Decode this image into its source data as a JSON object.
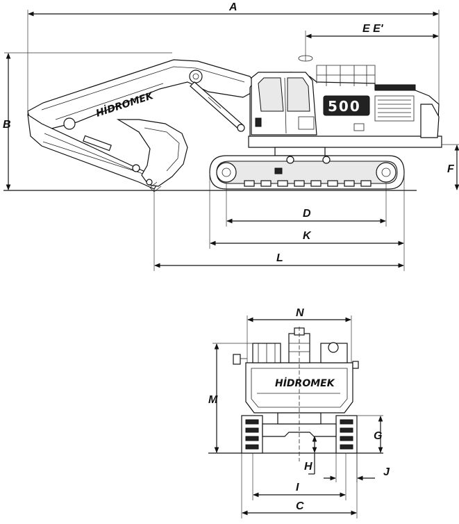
{
  "brand": {
    "name": "HİDROMEK",
    "model": "500"
  },
  "dimensions": {
    "A": "A",
    "EE": "E E'",
    "B": "B",
    "F": "F",
    "D": "D",
    "K": "K",
    "L": "L",
    "N": "N",
    "M": "M",
    "G": "G",
    "H": "H",
    "J": "J",
    "I": "I",
    "C": "C"
  }
}
